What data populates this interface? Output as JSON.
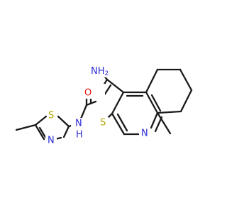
{
  "molecule": {
    "colors": {
      "carbon_bond": "#1a1a1a",
      "nitrogen": "#2b2bd6",
      "oxygen": "#e01515",
      "sulfur": "#b3a600"
    },
    "labels": {
      "amine": "NH",
      "amine_sub": "2",
      "carbonyl_oxygen": "O",
      "amide_n": "N",
      "amide_h": "H",
      "thiophene_s": "S",
      "pyridine_n": "N",
      "thiazole_s": "S",
      "thiazole_n": "N"
    }
  }
}
